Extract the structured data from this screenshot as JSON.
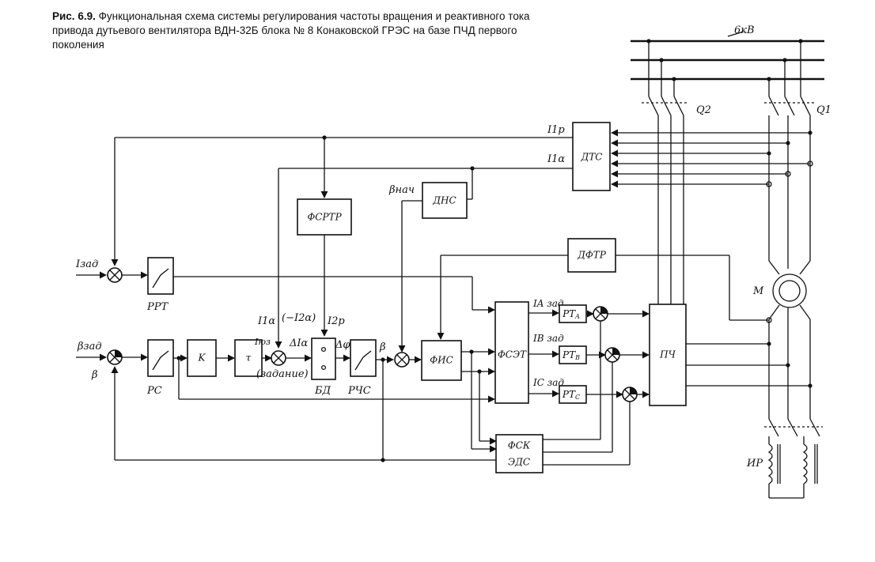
{
  "caption": {
    "number": "Рис. 6.9.",
    "text": "Функциональная схема системы регулирования частоты вращения и реактивного тока привода дутьевого вентилятора ВДН-32Б блока № 8 Конаковской ГРЭС на базе ПЧД первого поколения"
  },
  "blocks": {
    "dts": "ДТС",
    "dns": "ДНС",
    "fsrtr": "ФСРТР",
    "dftr": "ДФТР",
    "k": "K",
    "tau": "τ",
    "fis": "ФИС",
    "fset": "ФСЭТ",
    "rta": "РТ",
    "rtb": "РТ",
    "rtc": "РТ",
    "pch": "ПЧ",
    "fsk1": "ФСК",
    "fsk2": "ЭДС"
  },
  "subs": {
    "rta": "A",
    "rtb": "B",
    "rtc": "C"
  },
  "labels": {
    "voltage": "6кВ",
    "q2": "Q2",
    "q1": "Q1",
    "motor": "М",
    "ir": "ИР",
    "i1p": "I1р",
    "i1a": "I1α",
    "bnach": "βнач",
    "izad": "Iзад",
    "rrt": "РРТ",
    "bzad": "βзад",
    "beta1": "β",
    "rs": "РС",
    "i1a2": "I1α",
    "i2a": "(−I2α)",
    "i2p": "I2р",
    "iuz": "Iюз",
    "dIa": "ΔIα",
    "zadanie": "(задание)",
    "bd": "БД",
    "dphi": "Δφ",
    "rchs": "РЧС",
    "beta2": "β",
    "iAzad": "IA зад",
    "iBzad": "IB зад",
    "iCzad": "IC зад"
  }
}
